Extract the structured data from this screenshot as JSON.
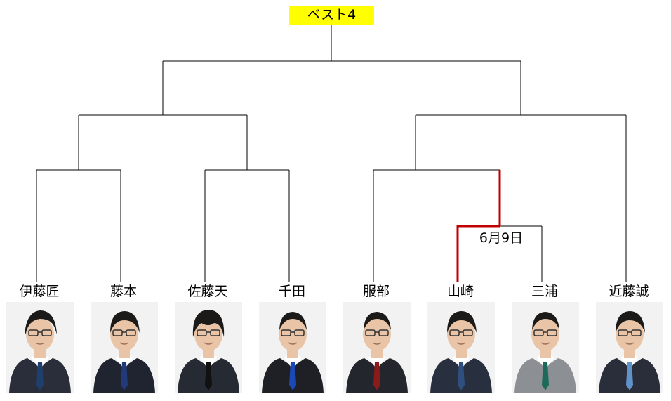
{
  "bracket": {
    "title": "ベスト4",
    "date_label": "6月9日",
    "highlight_color": "#c00000",
    "line_color": "#000000"
  },
  "players": [
    {
      "name": "伊藤匠",
      "tie_color": "#1f3f6e",
      "suit_color": "#2a2e3a",
      "hair": "long"
    },
    {
      "name": "藤本",
      "tie_color": "#233a7a",
      "suit_color": "#202430",
      "hair": "medium"
    },
    {
      "name": "佐藤天",
      "tie_color": "#111111",
      "suit_color": "#262a32",
      "hair": "bangs"
    },
    {
      "name": "千田",
      "tie_color": "#1a4ab8",
      "suit_color": "#1e2026",
      "hair": "short"
    },
    {
      "name": "服部",
      "tie_color": "#8b1a1a",
      "suit_color": "#24262e",
      "hair": "short"
    },
    {
      "name": "山崎",
      "tie_color": "#2f4f7f",
      "suit_color": "#283040",
      "hair": "medium"
    },
    {
      "name": "三浦",
      "tie_color": "#1e6a5a",
      "suit_color": "#8c8f94",
      "hair": "short"
    },
    {
      "name": "近藤誠",
      "tie_color": "#5f93c9",
      "suit_color": "#2a2e3a",
      "hair": "medium"
    }
  ]
}
